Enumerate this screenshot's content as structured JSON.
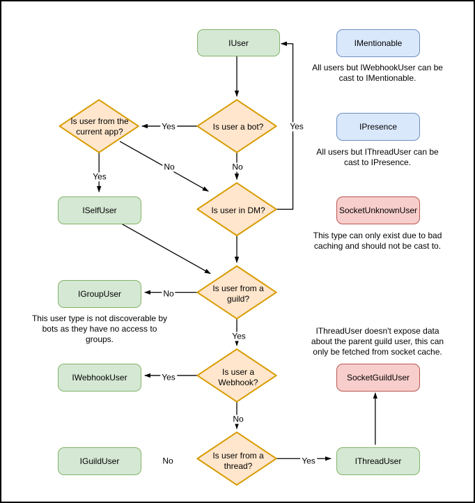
{
  "palette": {
    "canvas_bg": "#ffffff",
    "line_color": "#000000",
    "text_color": "#000000",
    "green_fill": "#d5e8d4",
    "green_stroke": "#82b366",
    "blue_fill": "#dae8fc",
    "blue_stroke": "#6c8ebf",
    "red_fill": "#f8cecc",
    "red_stroke": "#b85450",
    "orange_fill": "#ffe6cc",
    "orange_stroke": "#d79b00"
  },
  "nodes": {
    "iuser": "IUser",
    "selfuser": "ISelfUser",
    "groupuser": "IGroupUser",
    "webhookuser": "IWebhookUser",
    "guilduser": "IGuildUser",
    "imentionable": "IMentionable",
    "ipresence": "IPresence",
    "socketunknownuser": "SocketUnknownUser",
    "socketguilduser": "SocketGuildUser",
    "threaduser": "IThreadUser"
  },
  "decisions": {
    "bot": "Is user a bot?",
    "current_app": "Is user from the\ncurrent app?",
    "dm": "Is user in DM?",
    "guild": "Is user from a\nguild?",
    "webhook": "Is user a\nWebhook?",
    "thread": "Is user from a\nthread?"
  },
  "edges": {
    "bot_to_current_app": "Yes",
    "bot_to_dm": "No",
    "current_app_to_selfuser": "Yes",
    "current_app_to_dm": "No",
    "dm_to_iuser": "Yes",
    "guild_to_groupuser": "No",
    "guild_to_webhook": "Yes",
    "webhook_to_webhookuser": "Yes",
    "webhook_to_thread": "No",
    "thread_to_guilduser": "No",
    "thread_to_threaduser": "Yes"
  },
  "notes": {
    "imentionable": "All users but IWebhookUser can be\ncast to IMentionable.",
    "ipresence": "All users but IThreadUser can be\ncast to IPresence.",
    "socketunknownuser": "This type can only exist due to bad\ncaching and should not be cast to.",
    "groupuser": "This user type is not discoverable by\nbots as they have no access to\ngroups.",
    "threaduser": "IThreadUser doesn't expose data\nabout the parent guild user, this can\nonly be fetched from socket cache."
  }
}
